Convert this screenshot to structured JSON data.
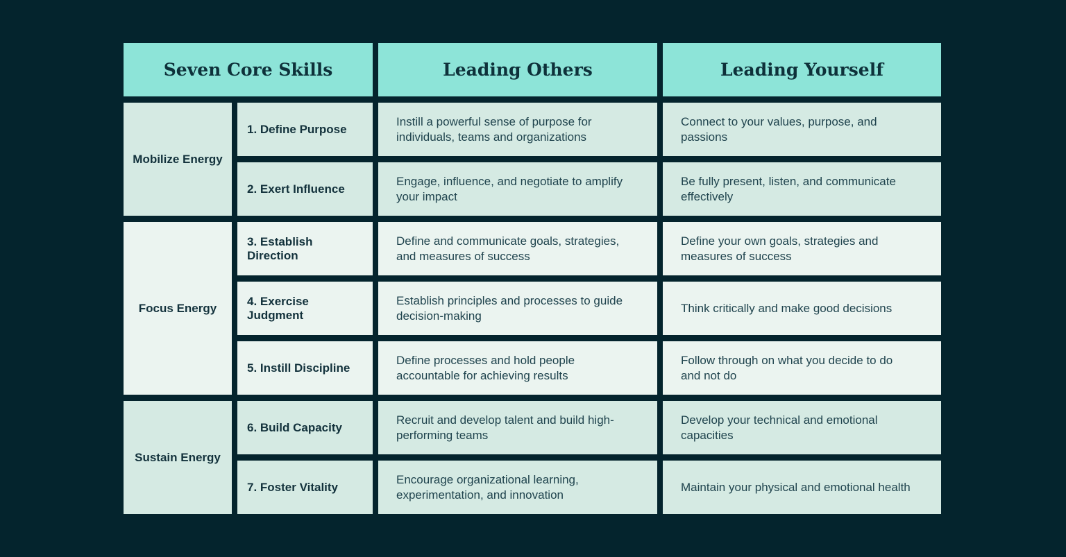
{
  "colors": {
    "background": "#04242d",
    "header_fill": "#8de4d8",
    "cell_fill_dark": "#d5eae3",
    "cell_fill_light": "#ebf4f0",
    "header_text": "#0e313a",
    "label_text": "#13323c",
    "body_text": "#20444e"
  },
  "table": {
    "headers": [
      {
        "label": "Seven Core Skills"
      },
      {
        "label": "Leading Others"
      },
      {
        "label": "Leading Yourself"
      }
    ],
    "groups": [
      {
        "label": "Mobilize Energy",
        "shade": "dark",
        "rows": [
          {
            "skill": "1. Define Purpose",
            "leading_others": "Instill a powerful sense of purpose for individuals, teams and organizations",
            "leading_yourself": "Connect to your values,  purpose, and passions"
          },
          {
            "skill": "2. Exert Influence",
            "leading_others": "Engage, influence, and negotiate to amplify your impact",
            "leading_yourself": "Be fully present, listen, and communicate effectively"
          }
        ]
      },
      {
        "label": "Focus Energy",
        "shade": "light",
        "rows": [
          {
            "skill": "3. Establish Direction",
            "leading_others": "Define and communicate goals, strategies, and measures of success",
            "leading_yourself": "Define your own goals, strategies and measures of success"
          },
          {
            "skill": "4. Exercise Judgment",
            "leading_others": "Establish principles and processes to guide decision-making",
            "leading_yourself": "Think critically and make good decisions"
          },
          {
            "skill": "5. Instill Discipline",
            "leading_others": "Define processes and hold people accountable for achieving results",
            "leading_yourself": "Follow through on what you decide to do and not do"
          }
        ]
      },
      {
        "label": "Sustain Energy",
        "shade": "dark",
        "rows": [
          {
            "skill": "6. Build Capacity",
            "leading_others": "Recruit and develop talent and build high-performing teams",
            "leading_yourself": "Develop your technical and emotional capacities"
          },
          {
            "skill": "7. Foster Vitality",
            "leading_others": "Encourage organizational learning, experimentation, and innovation",
            "leading_yourself": "Maintain your physical and emotional health"
          }
        ]
      }
    ]
  }
}
